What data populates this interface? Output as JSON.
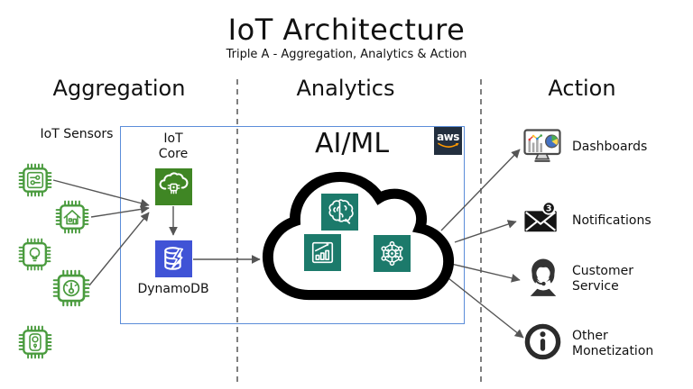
{
  "title": "IoT Architecture",
  "subtitle": "Triple A - Aggregation, Analytics & Action",
  "columns": [
    {
      "label": "Aggregation"
    },
    {
      "label": "Analytics"
    },
    {
      "label": "Action"
    }
  ],
  "aggregation": {
    "sensors_label": "IoT Sensors",
    "sensor_chips": [
      {
        "icon": "chip-settings-icon"
      },
      {
        "icon": "chip-home-icon"
      },
      {
        "icon": "chip-lightbulb-icon"
      },
      {
        "icon": "chip-thermometer-icon"
      },
      {
        "icon": "chip-doorbell-icon"
      }
    ],
    "iot_core_label": "IoT Core",
    "dynamodb_label": "DynamoDB"
  },
  "analytics": {
    "heading": "AI/ML",
    "aws_logo_text": "aws",
    "cloud_services": [
      {
        "icon": "machine-learning-brain-icon"
      },
      {
        "icon": "analytics-bar-chart-icon"
      },
      {
        "icon": "network-gear-icon"
      }
    ]
  },
  "action": {
    "items": [
      {
        "label": "Dashboards",
        "icon": "dashboard-monitor-icon"
      },
      {
        "label": "Notifications",
        "icon": "notification-envelope-icon",
        "badge": "3"
      },
      {
        "label": "Customer Service",
        "icon": "customer-service-agent-icon"
      },
      {
        "label": "Other Monetization",
        "icon": "info-monetization-icon"
      }
    ]
  },
  "colors": {
    "sensor_green": "#4a9b3e",
    "iot_core_green": "#3f8624",
    "dynamodb_blue": "#4053d6",
    "analytics_teal": "#1c7a6b",
    "aws_navy": "#232f3e",
    "aws_orange": "#ff9900",
    "box_border_blue": "#5b8dd9"
  }
}
